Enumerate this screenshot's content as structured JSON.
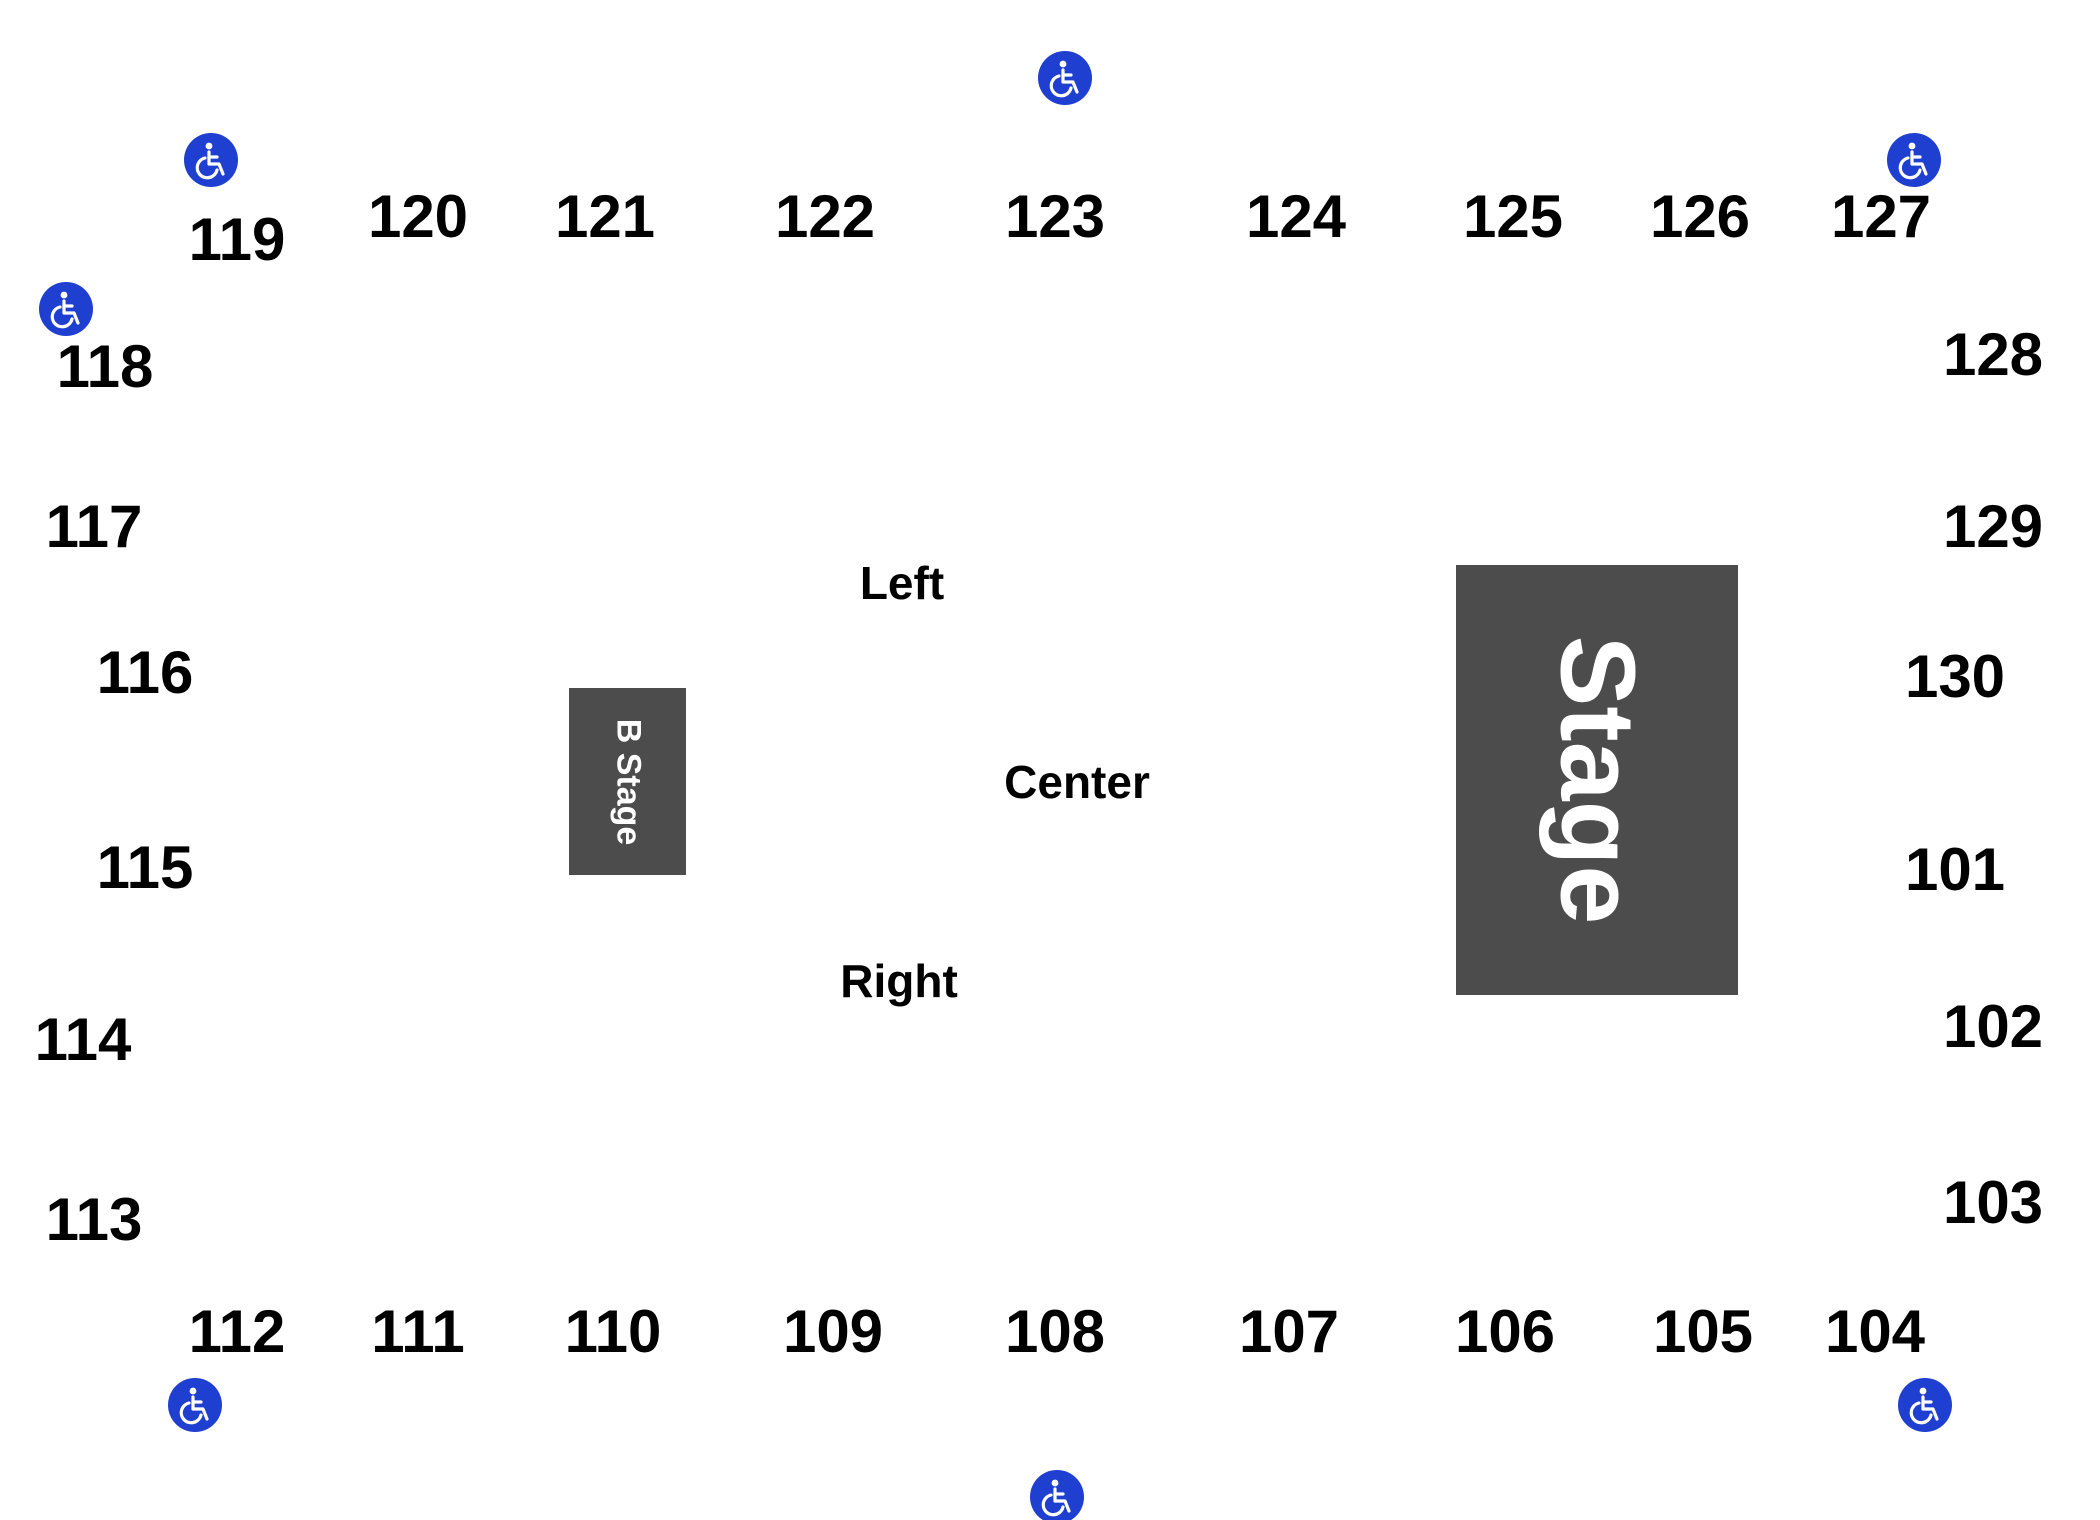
{
  "sections": {
    "top": [
      "119",
      "120",
      "121",
      "122",
      "123",
      "124",
      "125",
      "126",
      "127"
    ],
    "left": [
      "118",
      "117",
      "116",
      "115",
      "114",
      "113"
    ],
    "right": [
      "128",
      "129",
      "130",
      "101",
      "102",
      "103"
    ],
    "bottom": [
      "112",
      "111",
      "110",
      "109",
      "108",
      "107",
      "106",
      "105",
      "104"
    ]
  },
  "floor_zones": {
    "left": "Left",
    "center": "Center",
    "right": "Right"
  },
  "stages": {
    "main": "Stage",
    "b_stage": "B Stage"
  },
  "colors": {
    "stage_fill": "#4c4c4c",
    "stage_text": "#ffffff",
    "accessible_icon": "#1f3fd1",
    "section_text": "#000000"
  },
  "icons": {
    "accessible_seating": "wheelchair-icon"
  }
}
